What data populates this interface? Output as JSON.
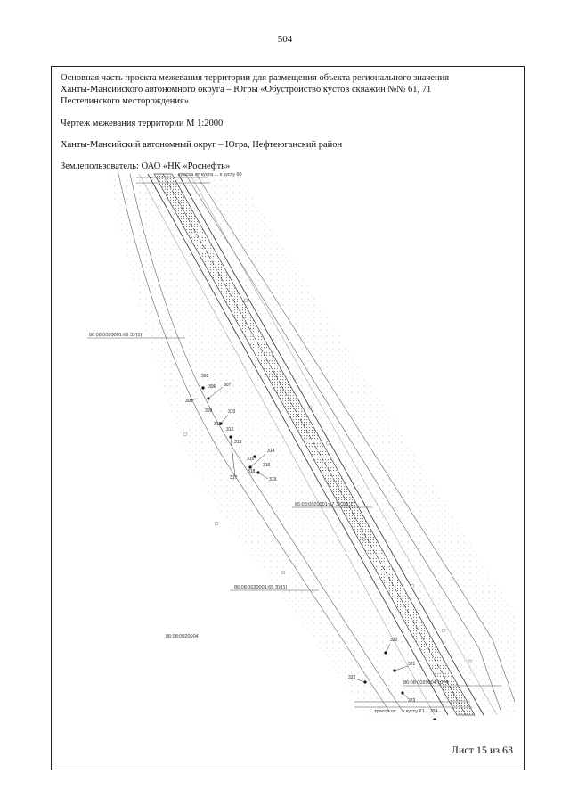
{
  "page": {
    "number": "504"
  },
  "header": {
    "title_line1": "Основная часть проекта межевания территории для размещения объекта регионального значения",
    "title_line2": "Ханты-Мансийского автономного округа – Югры «Обустройство кустов скважин №№ 61, 71",
    "title_line3": "Пестелинского месторождения»",
    "drawing_title": "Чертеж межевания территории М 1:2000",
    "region": "Ханты-Мансийский автономный округ – Югра, Нефтеюганский район",
    "land_user": "Землепользователь: ОАО «НК «Роснефть»"
  },
  "drawing": {
    "top_label": "трасса от куста ... к кусту 60",
    "bottom_label": "трасса от ... к кусту 61",
    "parcels": [
      "86:08:0020001:68 ЗУ(1)",
      "86:08:0020001:67 ЗУ2(1:1)",
      "86:08:0020001:65 ЗУ(1)",
      "86:08:0020004",
      "86:08:0020004:1074"
    ],
    "point_labels": [
      "305",
      "306",
      "307",
      "308",
      "309",
      "310",
      "311",
      "312",
      "313",
      "314",
      "315",
      "316",
      "317",
      "318",
      "319",
      "320",
      "321",
      "322",
      "323",
      "324"
    ]
  },
  "footer": {
    "sheet": "Лист 15 из 63"
  }
}
